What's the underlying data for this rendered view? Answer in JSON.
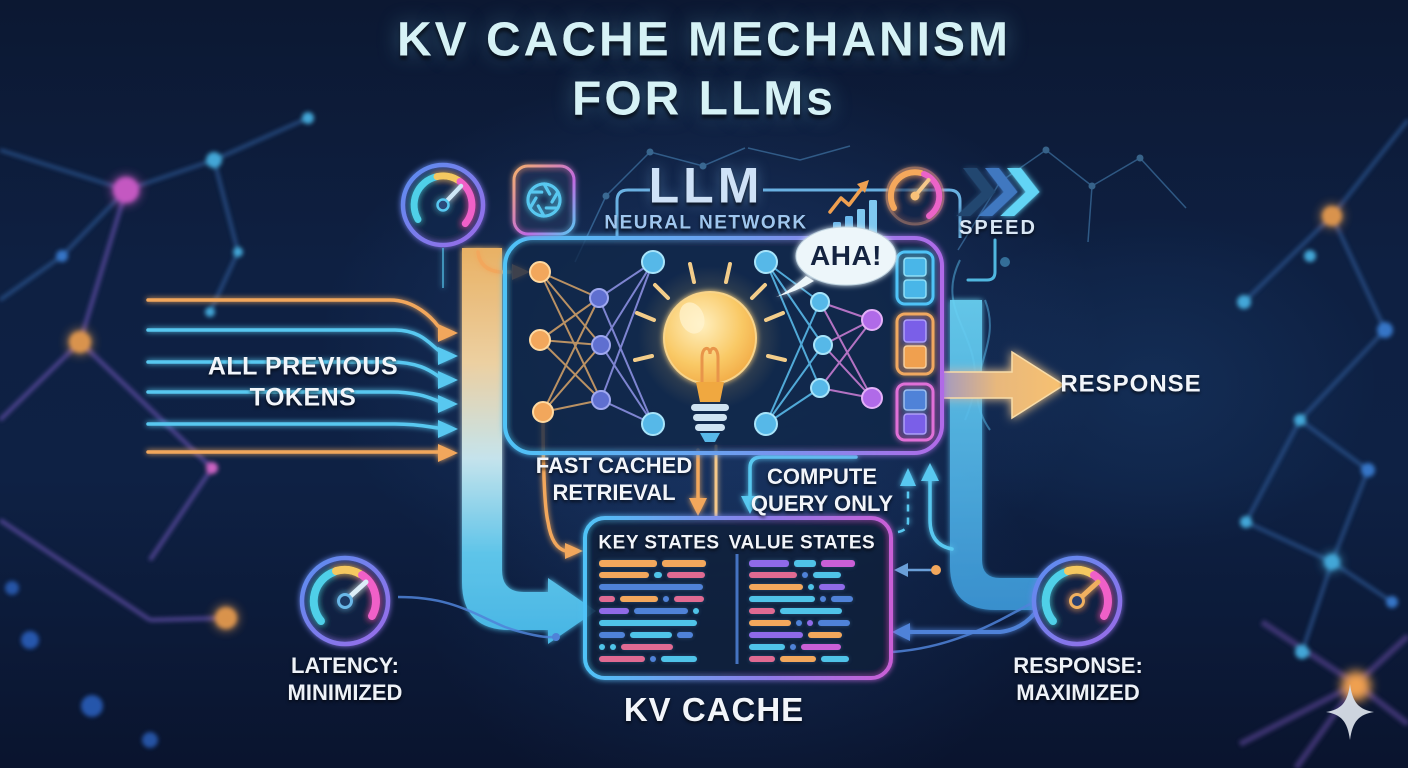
{
  "title": "KV CACHE MECHANISM FOR LLMs",
  "llm_box": {
    "title": "LLM",
    "subtitle": "NEURAL NETWORK",
    "aha": "AHA!"
  },
  "input": {
    "label": "ALL PREVIOUS\nTOKENS"
  },
  "speed": {
    "label": "SPEED"
  },
  "flows": {
    "fast_cached": "FAST CACHED\nRETRIEVAL",
    "compute_query": "COMPUTE\nQUERY ONLY"
  },
  "kv_cache": {
    "key_header": "KEY STATES",
    "value_header": "VALUE STATES",
    "label": "KV CACHE",
    "bar_colors": {
      "o": "#f2a75c",
      "c": "#4fc3e8",
      "b": "#4f82d8",
      "p": "#e06a92",
      "v": "#8f6ae8",
      "m": "#c95fd6"
    },
    "key_rows": [
      [
        [
          "o",
          58
        ],
        [
          "o",
          44
        ]
      ],
      [
        [
          "o",
          50
        ],
        [
          "c",
          8
        ],
        [
          "p",
          38
        ]
      ],
      [
        [
          "b",
          104
        ]
      ],
      [
        [
          "p",
          16
        ],
        [
          "o",
          38
        ],
        [
          "b",
          6
        ],
        [
          "p",
          30
        ]
      ],
      [
        [
          "v",
          30
        ],
        [
          "b",
          54
        ],
        [
          "c",
          6
        ]
      ],
      [
        [
          "c",
          98
        ]
      ],
      [
        [
          "b",
          26
        ],
        [
          "c",
          42
        ],
        [
          "b",
          16
        ]
      ],
      [
        [
          "c",
          6
        ],
        [
          "c",
          6
        ],
        [
          "p",
          52
        ]
      ],
      [
        [
          "p",
          46
        ],
        [
          "b",
          6
        ],
        [
          "c",
          36
        ]
      ]
    ],
    "value_rows": [
      [
        [
          "v",
          40
        ],
        [
          "c",
          22
        ],
        [
          "m",
          34
        ]
      ],
      [
        [
          "p",
          48
        ],
        [
          "b",
          6
        ],
        [
          "c",
          28
        ]
      ],
      [
        [
          "o",
          54
        ],
        [
          "c",
          6
        ],
        [
          "v",
          26
        ]
      ],
      [
        [
          "c",
          66
        ],
        [
          "b",
          6
        ],
        [
          "b",
          22
        ]
      ],
      [
        [
          "p",
          26
        ],
        [
          "c",
          62
        ]
      ],
      [
        [
          "o",
          42
        ],
        [
          "b",
          6
        ],
        [
          "v",
          6
        ],
        [
          "b",
          32
        ]
      ],
      [
        [
          "v",
          54
        ],
        [
          "o",
          34
        ]
      ],
      [
        [
          "c",
          36
        ],
        [
          "b",
          6
        ],
        [
          "m",
          40
        ]
      ],
      [
        [
          "p",
          26
        ],
        [
          "o",
          36
        ],
        [
          "c",
          28
        ]
      ]
    ]
  },
  "output": {
    "label": "RESPONSE"
  },
  "metrics": {
    "latency": "LATENCY:\nMINIMIZED",
    "response": "RESPONSE:\nMAXIMIZED"
  },
  "icons": {
    "gauge_top_left": "speedometer-gauge",
    "openai_logo": "openai-logo",
    "growth_chart": "growth-chart",
    "gauge_top_right": "speedometer-gauge",
    "speed_chevrons": "triple-chevron-right",
    "lightbulb": "idea-lightbulb",
    "aha_bubble": "speech-bubble",
    "gauge_bottom_left": "speedometer-gauge",
    "gauge_bottom_right": "speedometer-gauge",
    "sparkle": "four-point-sparkle"
  },
  "colors": {
    "background": "#0d1c3a",
    "title_text": "#d6f2f6",
    "accent_cyan": "#4fc3f7",
    "accent_orange": "#f2a75c",
    "accent_pink": "#e667d8",
    "accent_purple": "#8f6ae8",
    "text_white": "#f2f5fa"
  }
}
